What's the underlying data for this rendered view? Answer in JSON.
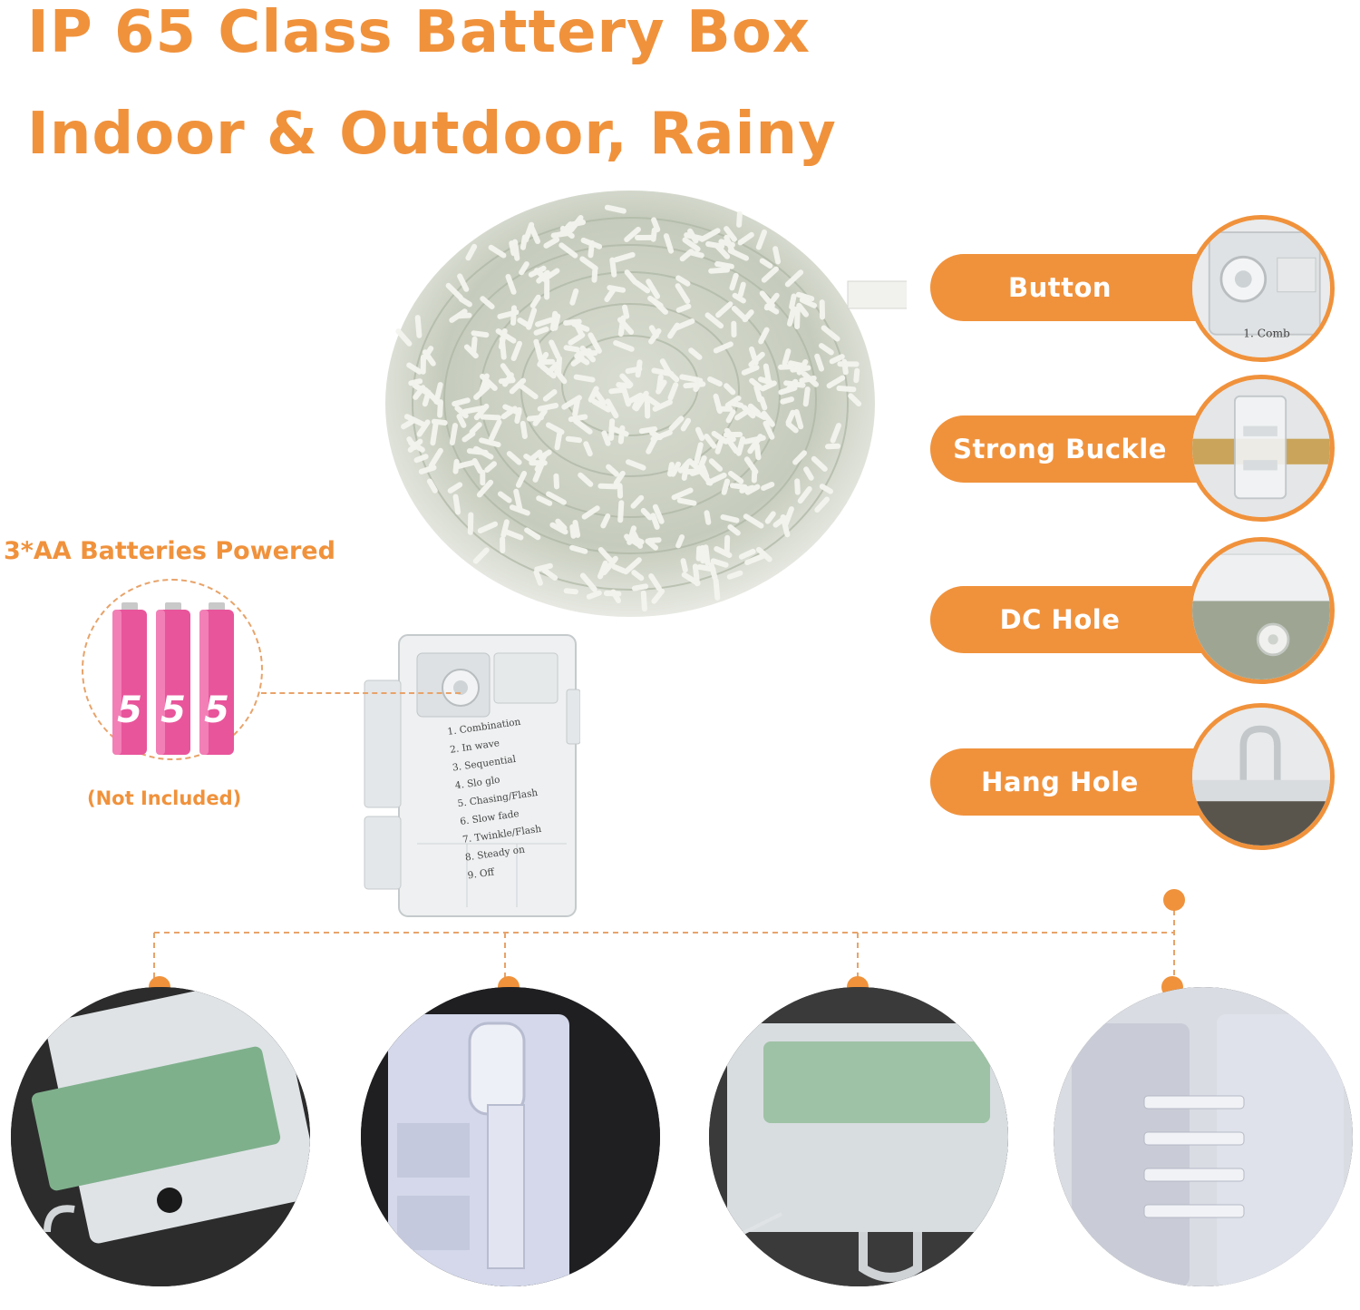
{
  "headline": {
    "line1": "IP 65 Class Battery Box",
    "line2": "Indoor & Outdoor, Rainy"
  },
  "batteries": {
    "label": "3*AA Batteries Powered",
    "note": "(Not Included)",
    "digit": "5",
    "color": "#E8559B"
  },
  "battery_box": {
    "modes": [
      "1. Combination",
      "2. In wave",
      "3. Sequential",
      "4. Slo glo",
      "5. Chasing/Flash",
      "6. Slow fade",
      "7. Twinkle/Flash",
      "8. Steady on",
      "9. Off"
    ]
  },
  "features": [
    {
      "label": "Button",
      "thumb_caption": "1. Comb"
    },
    {
      "label": "Strong Buckle"
    },
    {
      "label": "DC Hole"
    },
    {
      "label": "Hang Hole"
    }
  ],
  "colors": {
    "accent": "#F0923C",
    "dash": "#E8A36A",
    "white": "#FFFFFF"
  }
}
